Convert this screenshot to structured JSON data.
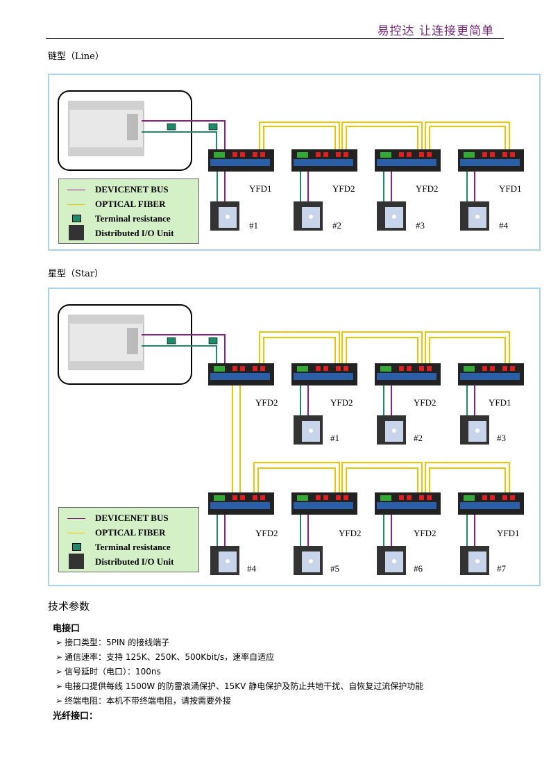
{
  "header": {
    "brand": "易控达  让连接更简单"
  },
  "line_section": {
    "label": "链型（Line）",
    "devices": [
      "YFD1",
      "YFD2",
      "YFD2",
      "YFD1"
    ],
    "units": [
      "#1",
      "#2",
      "#3",
      "#4"
    ]
  },
  "star_section": {
    "label": "星型（Star）",
    "top_devices": [
      "YFD2",
      "YFD2",
      "YFD2",
      "YFD1"
    ],
    "top_units": [
      "#1",
      "#2",
      "#3"
    ],
    "bottom_devices": [
      "YFD2",
      "YFD2",
      "YFD2",
      "YFD1"
    ],
    "bottom_units": [
      "#4",
      "#5",
      "#6",
      "#7"
    ]
  },
  "legend": {
    "devicenet": "DEVICENET BUS",
    "fiber": "OPTICAL FIBER",
    "terminal": "Terminal resistance",
    "io": "Distributed I/O Unit"
  },
  "colors": {
    "devicenet": "#8e1d8e",
    "fiber": "#f0c400",
    "terminal": "#1e8a6a",
    "frame": "#a9d3f5",
    "legend_bg": "#d4f0c7",
    "brand": "#7b2a7b"
  },
  "specs": {
    "heading": "技术参数",
    "electrical_title": "电接口",
    "items": [
      "接口类型：5PIN 的接线端子",
      "通信速率：支持 125K、250K、500Kbit/s，速率自适应",
      "信号延时（电口）：100ns",
      "电接口提供每线 1500W 的防雷浪涌保护、15KV 静电保护及防止共地干扰、自恢复过流保护功能",
      "终端电阻：本机不带终端电阻，请按需要外接"
    ],
    "optical_title": "光纤接口："
  }
}
